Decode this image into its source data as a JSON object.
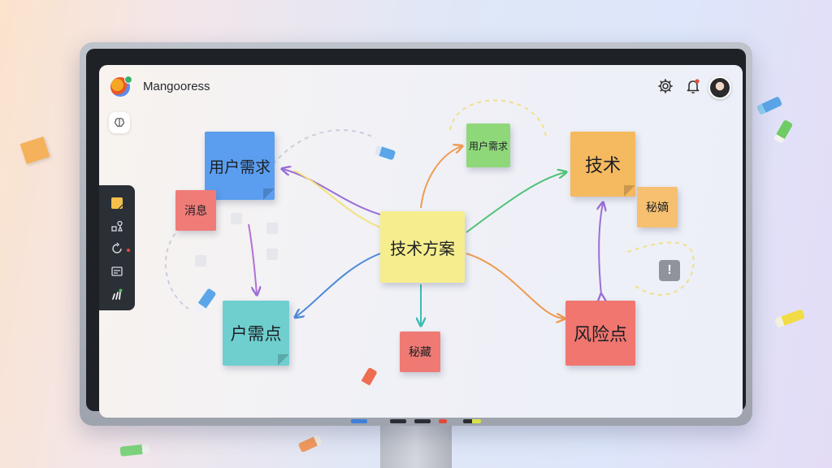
{
  "app": {
    "title": "Mangooress",
    "accent": "#5b8def"
  },
  "topbar": {
    "icons": [
      "settings-icon",
      "bell-icon",
      "avatar"
    ]
  },
  "sidebar": {
    "top_button_icon": "brain-icon",
    "tools": [
      {
        "name": "sticky-note-tool",
        "active": true
      },
      {
        "name": "shapes-tool",
        "active": false
      },
      {
        "name": "history-tool",
        "active": false
      },
      {
        "name": "template-tool",
        "active": false
      },
      {
        "name": "pen-tool",
        "active": false
      }
    ]
  },
  "board": {
    "center": {
      "label": "技术方案",
      "color": "#f6ee8e"
    },
    "notes": [
      {
        "id": "user-needs",
        "label": "用户需求",
        "color": "#5b9ef0"
      },
      {
        "id": "message",
        "label": "消息",
        "color": "#f07c78"
      },
      {
        "id": "user-needs-small",
        "label": "用户需求",
        "color": "#8fd87a"
      },
      {
        "id": "tech",
        "label": "技术",
        "color": "#f5b95f"
      },
      {
        "id": "side-note",
        "label": "秘嫡",
        "color": "#f6c070"
      },
      {
        "id": "pain-point",
        "label": "户需点",
        "color": "#6fcfcf"
      },
      {
        "id": "bottom-note",
        "label": "秘藏",
        "color": "#ef7a74"
      },
      {
        "id": "risk",
        "label": "风险点",
        "color": "#f0766f"
      }
    ],
    "alert_symbol": "!"
  }
}
